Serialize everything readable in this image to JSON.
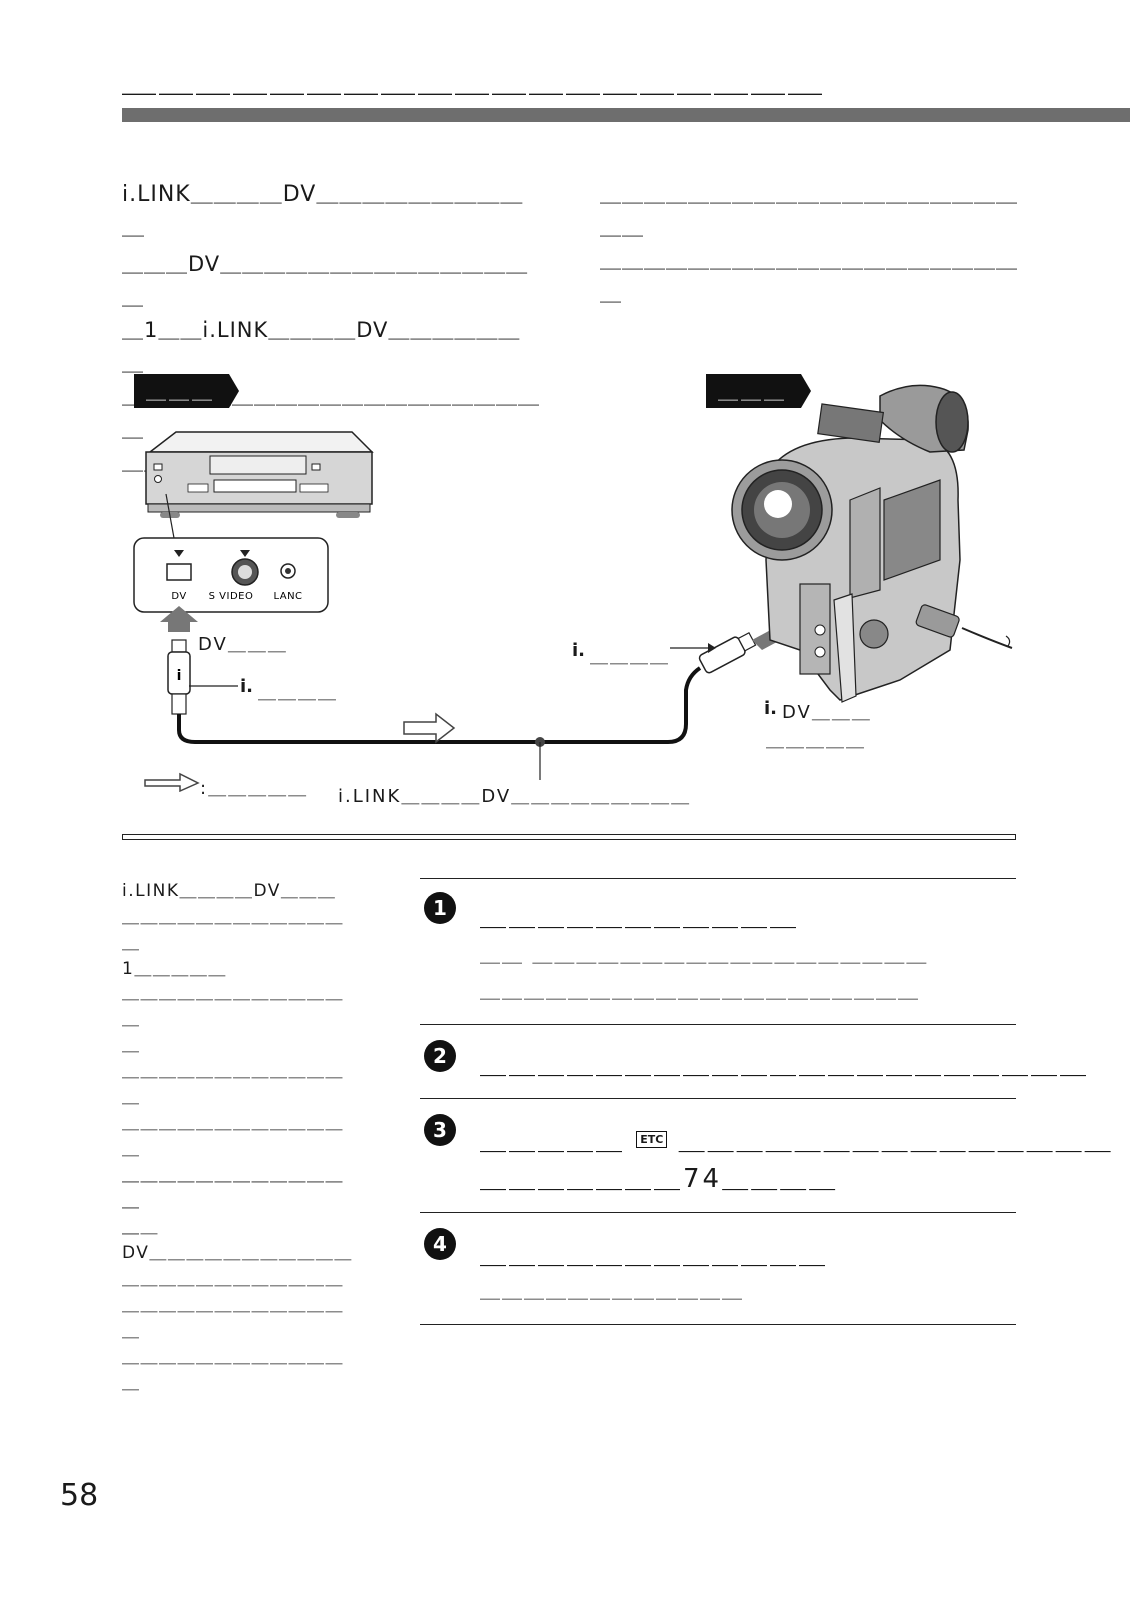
{
  "header": {
    "title": "＿＿＿＿＿＿＿＿＿＿＿＿＿＿＿＿＿＿＿"
  },
  "intro": {
    "left_lead": "i.LINK＿＿＿＿DV＿＿＿＿＿＿＿＿＿＿",
    "left_body": [
      "＿＿＿DV＿＿＿＿＿＿＿＿＿＿＿＿＿＿＿",
      "＿1＿＿i.LINK＿＿＿＿DV＿＿＿＿＿＿＿",
      "＿＿＿＿＿＿＿＿＿＿＿＿＿＿＿＿＿＿＿＿",
      "＿＿"
    ],
    "right_body": [
      "＿＿＿＿＿＿＿＿＿＿＿＿＿＿＿＿＿＿＿＿＿",
      "＿＿＿＿＿＿＿＿＿＿＿＿＿＿＿＿＿＿＿＿"
    ]
  },
  "diagram": {
    "left_tag": "＿＿＿",
    "right_tag": "＿＿＿",
    "panel_labels": [
      "DV",
      "S VIDEO",
      "LANC"
    ],
    "dv_in_label": "DV＿＿＿",
    "left_plug_label": "＿＿＿＿",
    "right_plug_label": "＿＿＿＿",
    "camera_port_label_1": "DV＿＿＿",
    "camera_port_label_2": "＿＿＿＿＿",
    "legend_label": ":＿＿＿＿＿",
    "cable_label": "i.LINK＿＿＿＿DV＿＿＿＿＿＿＿＿＿"
  },
  "sidenotes": [
    {
      "lines": [
        "i.LINK＿＿＿＿DV＿＿＿",
        "＿＿＿＿＿＿＿＿＿＿＿＿＿",
        "1＿＿＿＿＿"
      ]
    },
    {
      "lines": [
        "＿＿＿＿＿＿＿＿＿＿＿＿＿",
        "＿",
        "＿＿＿＿＿＿＿＿＿＿＿＿＿",
        "＿＿＿＿＿＿＿＿＿＿＿＿＿",
        "＿＿＿＿＿＿＿＿＿＿＿＿＿",
        "＿＿"
      ]
    },
    {
      "lines": [
        "＿＿＿＿＿＿＿＿＿＿＿＿＿",
        "＿",
        "DV＿＿＿＿＿＿＿＿＿＿＿",
        "＿＿＿＿＿＿＿＿＿＿＿＿",
        "＿＿＿＿＿＿＿＿＿＿＿＿＿",
        "＿＿＿＿＿＿＿＿＿＿＿＿＿"
      ]
    }
  ],
  "steps": [
    {
      "num": "1",
      "title": "＿＿＿＿＿＿＿＿＿＿＿",
      "desc": [
        "＿＿  ＿＿＿＿＿＿＿＿＿＿＿＿＿＿＿＿＿＿",
        "＿＿＿＿＿＿＿＿＿＿＿＿＿＿＿＿＿＿＿＿"
      ]
    },
    {
      "num": "2",
      "title": "＿＿＿＿＿＿＿＿＿＿＿＿＿＿＿＿＿＿＿＿＿",
      "desc": []
    },
    {
      "num": "3",
      "title_a": "＿＿＿＿＿",
      "icon": "ETC",
      "title_b": "＿＿＿＿＿＿＿＿＿＿＿＿＿＿＿",
      "title_line2": "＿＿＿＿＿＿＿74＿＿＿＿",
      "desc": []
    },
    {
      "num": "4",
      "title": "＿＿＿＿＿＿＿＿＿＿＿＿",
      "desc": [
        "＿＿＿＿＿＿＿＿＿＿＿＿"
      ]
    }
  ],
  "footer": {
    "page_number": "58"
  }
}
